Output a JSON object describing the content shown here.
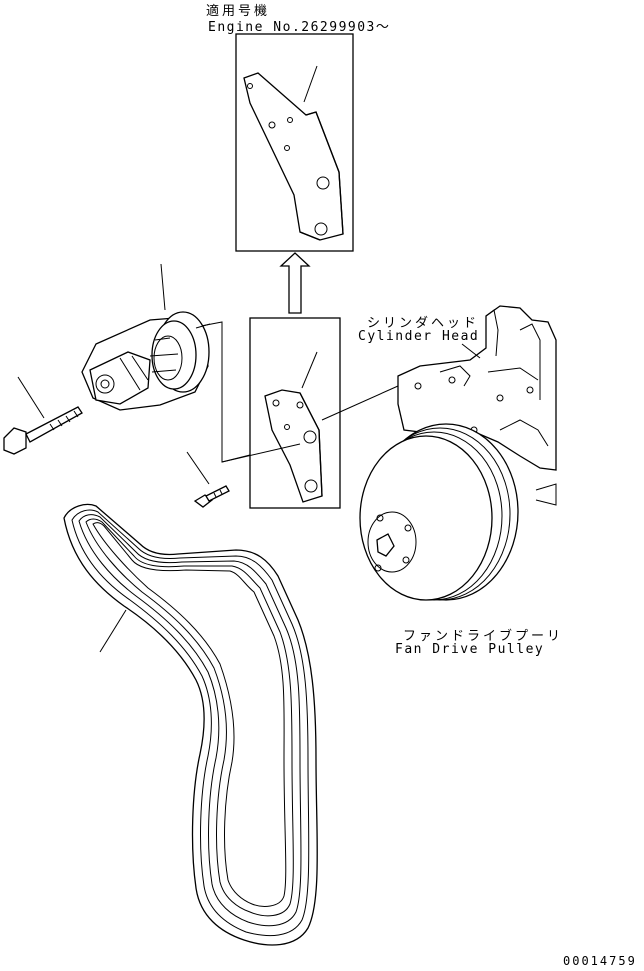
{
  "labels": {
    "applicable_jp": "適用号機",
    "engine_no": "Engine No.26299903～",
    "cylinder_head_jp": "シリンダヘッド",
    "cylinder_head_en": "Cylinder Head",
    "fan_pulley_jp": "ファンドライブプーリ",
    "fan_pulley_en": "Fan Drive Pulley",
    "drawing_id": "00014759"
  }
}
